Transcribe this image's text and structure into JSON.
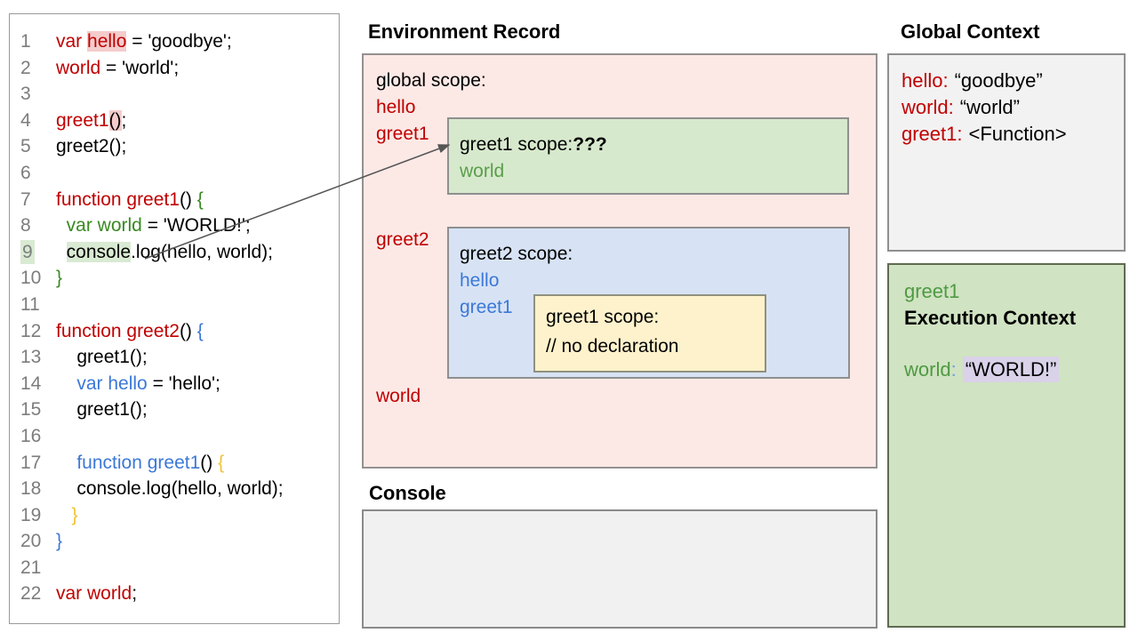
{
  "colors": {
    "code_red": "#c00000",
    "code_green": "#388a20",
    "code_blue": "#3c78d8",
    "code_yellow": "#f1c232",
    "pink_panel_bg": "#fce9e6",
    "green_scope_bg": "#d7e9cd",
    "blue_scope_bg": "#d7e3f4",
    "yellow_scope_bg": "#fef2cc",
    "gray_panel_bg": "#f1f1f1",
    "exec_panel_bg": "#d0e3c2",
    "pink_token_highlight": "#f4cccc",
    "green_token_highlight": "#d9ead3",
    "lavender_highlight": "#d9d2e9"
  },
  "code_panel": {
    "lines": [
      {
        "n": "1",
        "tokens": [
          {
            "t": "var ",
            "c": "r"
          },
          {
            "t": "hello",
            "c": "r",
            "hl": "pink"
          },
          {
            "t": " = 'goodbye';",
            "c": "k"
          }
        ]
      },
      {
        "n": "2",
        "tokens": [
          {
            "t": "world",
            "c": "r"
          },
          {
            "t": " = 'world';",
            "c": "k"
          }
        ]
      },
      {
        "n": "3",
        "tokens": []
      },
      {
        "n": "4",
        "tokens": [
          {
            "t": "greet1",
            "c": "r"
          },
          {
            "t": "()",
            "c": "k",
            "hl": "pink"
          },
          {
            "t": ";",
            "c": "k"
          }
        ]
      },
      {
        "n": "5",
        "tokens": [
          {
            "t": "greet2();",
            "c": "k"
          }
        ]
      },
      {
        "n": "6",
        "tokens": []
      },
      {
        "n": "7",
        "tokens": [
          {
            "t": "function greet1",
            "c": "r"
          },
          {
            "t": "() ",
            "c": "k"
          },
          {
            "t": "{",
            "c": "g"
          }
        ]
      },
      {
        "n": "8",
        "tokens": [
          {
            "t": "  ",
            "c": "k"
          },
          {
            "t": "var world",
            "c": "g"
          },
          {
            "t": " = 'WORLD!';",
            "c": "k"
          }
        ]
      },
      {
        "n": "9",
        "num_hl": true,
        "tokens": [
          {
            "t": "  ",
            "c": "k"
          },
          {
            "t": "console",
            "c": "k",
            "hl": "green"
          },
          {
            "t": ".log(hello, world);",
            "c": "k"
          }
        ]
      },
      {
        "n": "10",
        "tokens": [
          {
            "t": "}",
            "c": "g"
          }
        ]
      },
      {
        "n": "11",
        "tokens": []
      },
      {
        "n": "12",
        "tokens": [
          {
            "t": "function greet2",
            "c": "r"
          },
          {
            "t": "() ",
            "c": "k"
          },
          {
            "t": "{",
            "c": "b"
          }
        ]
      },
      {
        "n": "13",
        "tokens": [
          {
            "t": "    greet1();",
            "c": "k"
          }
        ]
      },
      {
        "n": "14",
        "tokens": [
          {
            "t": "    ",
            "c": "k"
          },
          {
            "t": "var hello",
            "c": "b"
          },
          {
            "t": " = 'hello';",
            "c": "k"
          }
        ]
      },
      {
        "n": "15",
        "tokens": [
          {
            "t": "    greet1();",
            "c": "k"
          }
        ]
      },
      {
        "n": "16",
        "tokens": []
      },
      {
        "n": "17",
        "tokens": [
          {
            "t": "    ",
            "c": "k"
          },
          {
            "t": "function greet1",
            "c": "b"
          },
          {
            "t": "() ",
            "c": "k"
          },
          {
            "t": "{",
            "c": "y"
          }
        ]
      },
      {
        "n": "18",
        "tokens": [
          {
            "t": "    console.log(hello, world);",
            "c": "k"
          }
        ]
      },
      {
        "n": "19",
        "tokens": [
          {
            "t": "   ",
            "c": "k"
          },
          {
            "t": "}",
            "c": "y"
          }
        ]
      },
      {
        "n": "20",
        "tokens": [
          {
            "t": "}",
            "c": "b"
          }
        ]
      },
      {
        "n": "21",
        "tokens": []
      },
      {
        "n": "22",
        "tokens": [
          {
            "t": "var world",
            "c": "r"
          },
          {
            "t": ";",
            "c": "k"
          }
        ]
      }
    ]
  },
  "env_record": {
    "title": "Environment Record",
    "global_scope_label": "global scope:",
    "hello_label": "hello",
    "greet1_label": "greet1",
    "greet2_label": "greet2",
    "world_label": "world",
    "greet1_scope": {
      "title": "greet1 scope:",
      "question": "???",
      "world_var": "world"
    },
    "greet2_scope": {
      "title": "greet2 scope:",
      "hello_var": "hello",
      "greet1_var": "greet1",
      "inner_greet1_scope": {
        "title": "greet1 scope:",
        "comment": "// no declaration"
      }
    }
  },
  "console_section": {
    "title": "Console"
  },
  "global_context": {
    "title": "Global Context",
    "entries": [
      {
        "name": "hello:",
        "value": "“goodbye”"
      },
      {
        "name": "world:",
        "value": "“world”"
      },
      {
        "name": "greet1:",
        "value": "<Function>"
      }
    ]
  },
  "execution_context": {
    "function_name": "greet1",
    "title": "Execution Context",
    "var_name": "world",
    "colon": ":",
    "value": "“WORLD!”"
  }
}
